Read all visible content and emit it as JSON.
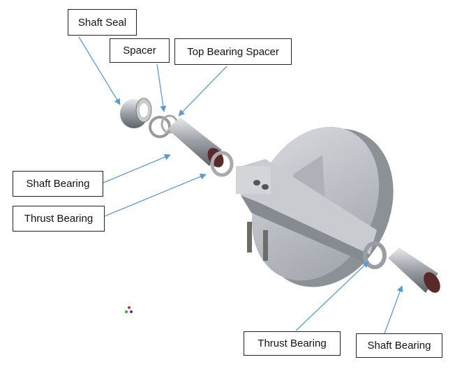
{
  "labels": {
    "shaft_seal": "Shaft Seal",
    "spacer": "Spacer",
    "top_bearing_spacer": "Top Bearing Spacer",
    "shaft_bearing_left": "Shaft Bearing",
    "thrust_bearing_left": "Thrust Bearing",
    "thrust_bearing_bottom": "Thrust Bearing",
    "shaft_bearing_bottom": "Shaft Bearing"
  },
  "colors": {
    "arrow": "#5b9bd5",
    "metal": "#b9bcc2"
  }
}
